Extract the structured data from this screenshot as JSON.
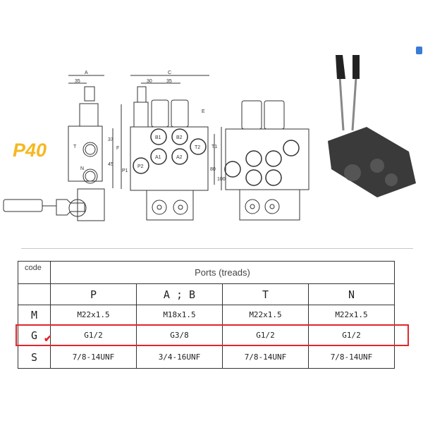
{
  "model_label": "P40",
  "drawing": {
    "side_view": {
      "dim_A": "A",
      "dim_35": "35",
      "dim_37": "37",
      "dim_45": "45",
      "dim_F": "F",
      "port_T": "T",
      "port_N": "N"
    },
    "front_view": {
      "dim_C": "C",
      "dim_30": "30",
      "dim_35": "35",
      "dim_E": "E",
      "dim_T1": "T1",
      "dim_80": "80",
      "dim_100": "100",
      "port_P1": "P1",
      "ports": [
        "B1",
        "B2",
        "A1",
        "A2",
        "T2",
        "P2"
      ]
    }
  },
  "table": {
    "code_header": "code",
    "title": "Ports (treads)",
    "columns": [
      "P",
      "A ; B",
      "T",
      "N"
    ],
    "rows": [
      {
        "code": "M",
        "values": [
          "M22x1.5",
          "M18x1.5",
          "M22x1.5",
          "M22x1.5"
        ]
      },
      {
        "code": "G",
        "values": [
          "G1/2",
          "G3/8",
          "G1/2",
          "G1/2"
        ],
        "highlighted": true
      },
      {
        "code": "S",
        "values": [
          "7/8-14UNF",
          "3/4-16UNF",
          "7/8-14UNF",
          "7/8-14UNF"
        ]
      }
    ]
  },
  "colors": {
    "highlight": "#e0262c",
    "model_label": "#f5b820"
  }
}
